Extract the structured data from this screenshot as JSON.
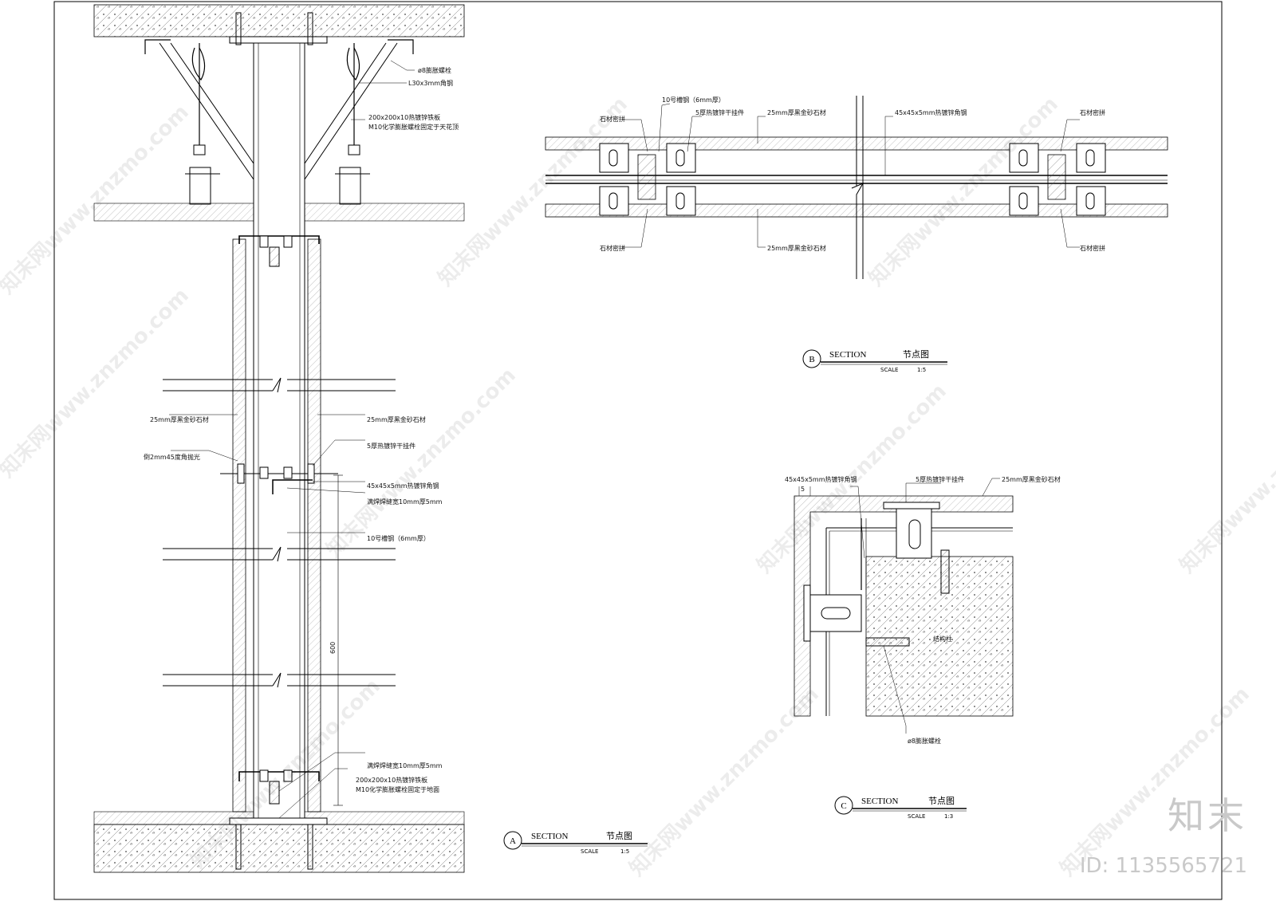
{
  "sheet": {
    "watermark_text": "知末网www.znzmo.com",
    "brand": "知末",
    "id_label": "ID: 1135565721"
  },
  "detail_a": {
    "marker": "A",
    "section": "SECTION",
    "title": "节点图",
    "scale_label": "SCALE",
    "scale_value": "1:5",
    "labels": {
      "bolt_m8_top": "ø8膨胀螺栓",
      "angle_l30": "L30x3mm角钢",
      "plate_top_1": "200x200x10热镀锌铁板",
      "plate_top_2": "M10化学膨胀螺栓固定于天花顶",
      "stone_left": "25mm厚黑金砂石材",
      "stone_right": "25mm厚黑金砂石材",
      "bevel": "倒2mm45度角抛光",
      "hanger": "5厚热镀锌干挂件",
      "angle_45": "45x45x5mm热镀锌角钢",
      "weld_mid": "满焊焊缝宽10mm厚5mm",
      "channel": "10号槽钢（6mm厚）",
      "dim_600": "600",
      "weld_bot": "满焊焊缝宽10mm厚5mm",
      "plate_bot_1": "200x200x10热镀锌铁板",
      "plate_bot_2": "M10化学膨胀螺栓固定于地面"
    }
  },
  "detail_b": {
    "marker": "B",
    "section": "SECTION",
    "title": "节点图",
    "scale_label": "SCALE",
    "scale_value": "1:5",
    "labels": {
      "stone_joint_tl": "石材密拼",
      "channel": "10号槽钢（6mm厚）",
      "hanger": "5厚热镀锌干挂件",
      "stone_top": "25mm厚黑金砂石材",
      "angle": "45x45x5mm热镀锌角钢",
      "stone_joint_tr": "石材密拼",
      "stone_joint_bl": "石材密拼",
      "stone_bottom": "25mm厚黑金砂石材",
      "stone_joint_br": "石材密拼"
    }
  },
  "detail_c": {
    "marker": "C",
    "section": "SECTION",
    "title": "节点图",
    "scale_label": "SCALE",
    "scale_value": "1:3",
    "labels": {
      "angle": "45x45x5mm热镀锌角钢",
      "hanger": "5厚热镀锌干挂件",
      "stone": "25mm厚黑金砂石材",
      "dim_5": "5",
      "structure": "结构柱",
      "bolt": "ø8膨胀螺栓"
    }
  }
}
